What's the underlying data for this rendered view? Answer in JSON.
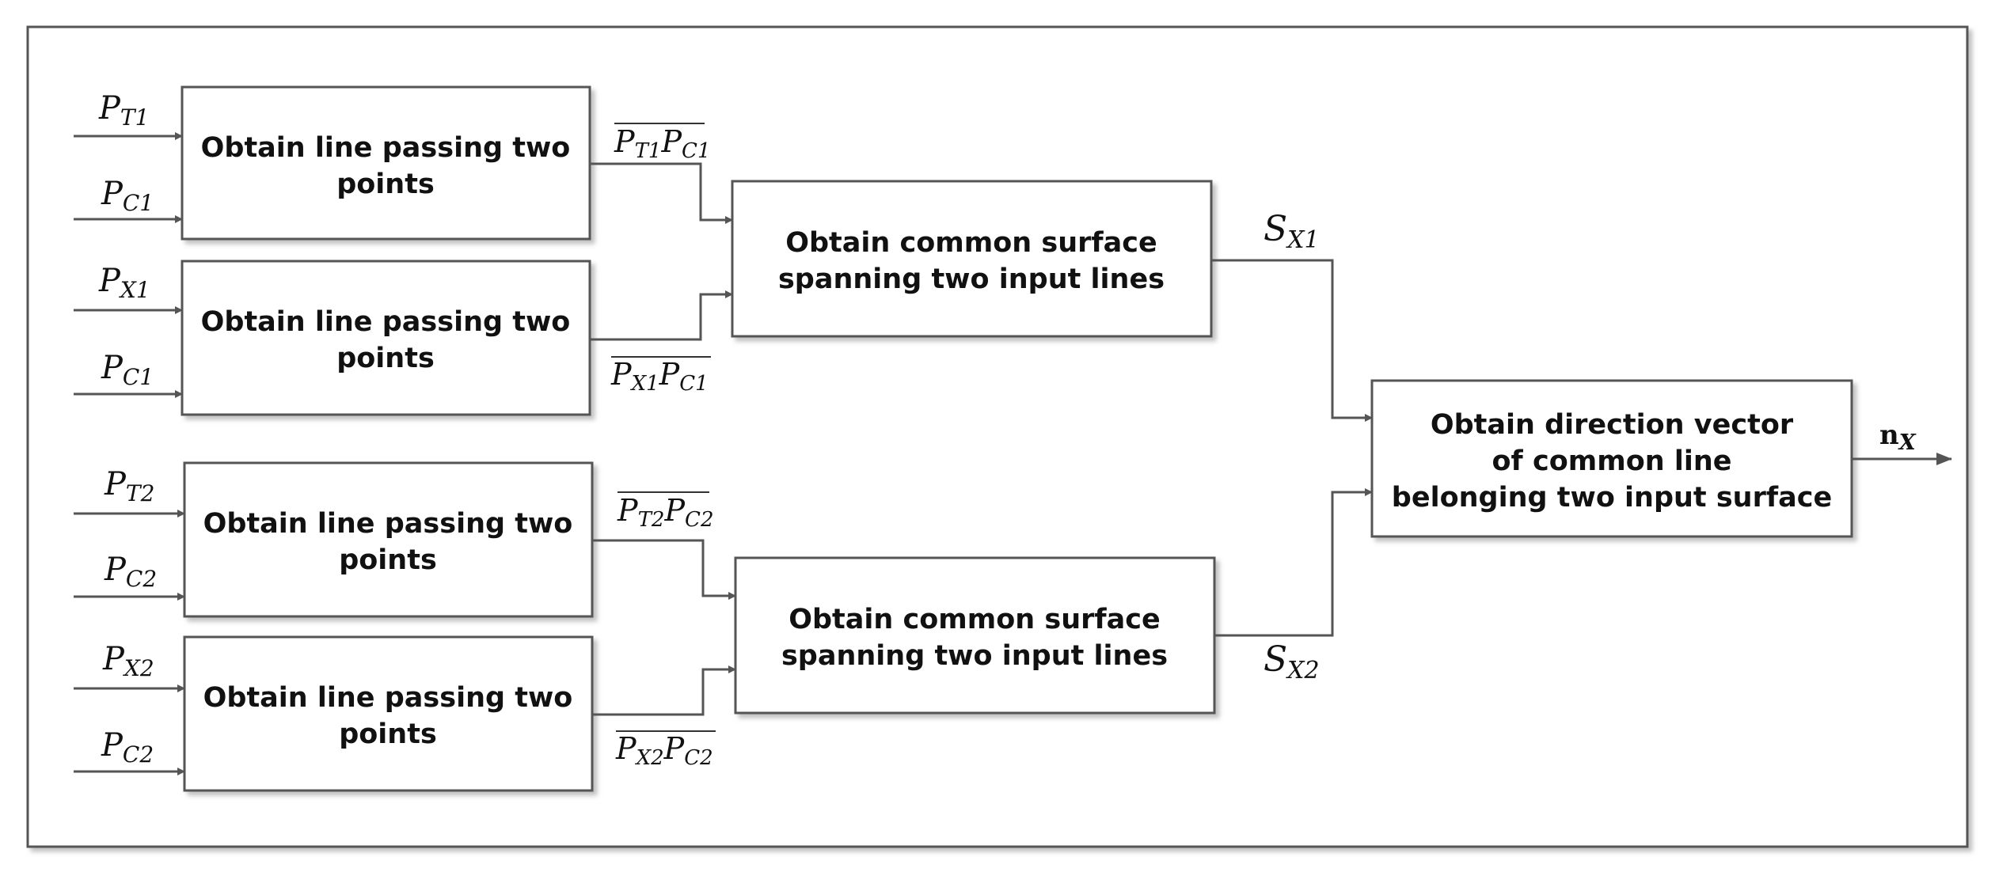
{
  "diagram": {
    "line_block_label_1": "Obtain line passing two",
    "line_block_label_2": "points",
    "surface_block_label_1": "Obtain common surface",
    "surface_block_label_2": "spanning two input lines",
    "direction_block_label_1": "Obtain direction vector",
    "direction_block_label_2": "of common line",
    "direction_block_label_3": "belonging two input surface",
    "inputs": {
      "pt1": {
        "base": "P",
        "sub": "T1"
      },
      "pc1a": {
        "base": "P",
        "sub": "C1"
      },
      "px1": {
        "base": "P",
        "sub": "X1"
      },
      "pc1b": {
        "base": "P",
        "sub": "C1"
      },
      "pt2": {
        "base": "P",
        "sub": "T2"
      },
      "pc2a": {
        "base": "P",
        "sub": "C2"
      },
      "px2": {
        "base": "P",
        "sub": "X2"
      },
      "pc2b": {
        "base": "P",
        "sub": "C2"
      }
    },
    "segments": {
      "pt1pc1": {
        "a": "P",
        "a_sub": "T1",
        "b": "P",
        "b_sub": "C1"
      },
      "px1pc1": {
        "a": "P",
        "a_sub": "X1",
        "b": "P",
        "b_sub": "C1"
      },
      "pt2pc2": {
        "a": "P",
        "a_sub": "T2",
        "b": "P",
        "b_sub": "C2"
      },
      "px2pc2": {
        "a": "P",
        "a_sub": "X2",
        "b": "P",
        "b_sub": "C2"
      }
    },
    "surfaces": {
      "sx1": {
        "base": "S",
        "sub": "X1"
      },
      "sx2": {
        "base": "S",
        "sub": "X2"
      }
    },
    "output": {
      "base": "n",
      "sub": "X"
    },
    "colors": {
      "line": "#555555",
      "box_border": "#555555",
      "frame": "#555555",
      "shadow": "#bdbdbd"
    }
  }
}
